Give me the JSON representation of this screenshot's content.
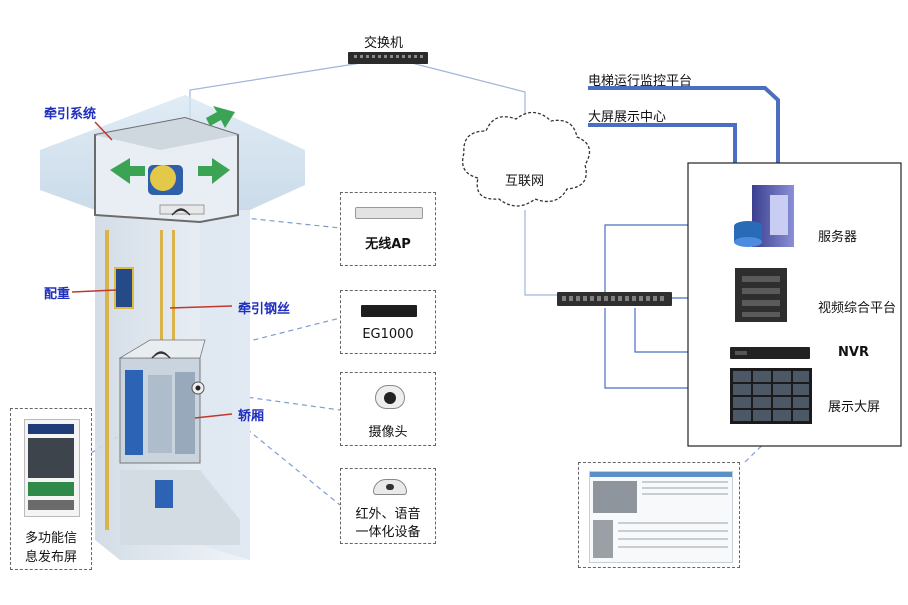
{
  "nodes": {
    "switch_top": "交换机",
    "internet": "互联网",
    "platform_monitor": "电梯运行监控平台",
    "display_center": "大屏展示中心",
    "server": "服务器",
    "video_platform": "视频综合平台",
    "nvr": "NVR",
    "big_screen": "展示大屏"
  },
  "elevator_labels": {
    "traction_system": "牵引系统",
    "counterweight": "配重",
    "traction_rope": "牵引钢丝",
    "car": "轿厢"
  },
  "devices": {
    "wireless_ap": "无线AP",
    "eg1000": "EG1000",
    "camera": "摄像头",
    "ir_voice_line1": "红外、语音",
    "ir_voice_line2": "一体化设备",
    "info_screen_line1": "多功能信",
    "info_screen_line2": "息发布屏"
  },
  "colors": {
    "uplink": "#4a6fc0",
    "dashed_link": "#7d9ccf",
    "red_pointer": "#c0392b",
    "label_blue": "#1f2fbf"
  }
}
